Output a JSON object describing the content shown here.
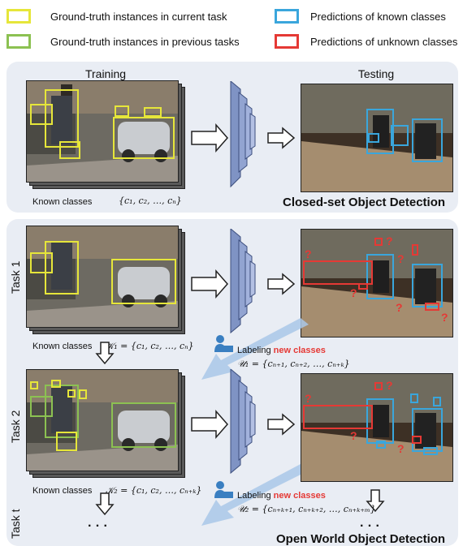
{
  "colors": {
    "current": "#e6e63a",
    "previous": "#8cc152",
    "known": "#3aa6dc",
    "unknown": "#e53935",
    "panel": "#e9edf4",
    "net": "#7f93c4",
    "flow": "#a9c7e8"
  },
  "legend": {
    "current": "Ground-truth instances in current task",
    "previous": "Ground-truth instances in previous tasks",
    "known": "Predictions of known classes",
    "unknown": "Predictions of unknown classes"
  },
  "closed": {
    "training": "Training",
    "testing": "Testing",
    "known_label": "Known classes",
    "known_set": "{c₁, c₂, …, cₙ}",
    "title": "Closed-set Object Detection"
  },
  "open": {
    "task1": "Task 1",
    "task2": "Task 2",
    "taskt": "Task t",
    "known_label_1": "Known classes",
    "k1": "𝒦₁ = {c₁, c₂, …, cₙ}",
    "labeling_1": "Labeling",
    "labeling_new_1": "new classes",
    "u1": "𝒰₁ = {cₙ₊₁, cₙ₊₂, …, cₙ₊ₖ}",
    "known_label_2": "Known classes",
    "k2": "𝒦₂ = {c₁, c₂, …, cₙ₊ₖ}",
    "labeling_2": "Labeling",
    "labeling_new_2": "new classes",
    "u2": "𝒰₂ = {cₙ₊ₖ₊₁, cₙ₊ₖ₊₂, …, cₙ₊ₖ₊ₘ}",
    "dots": "· · ·",
    "title": "Open World Object Detection"
  },
  "unknown_mark": "?"
}
